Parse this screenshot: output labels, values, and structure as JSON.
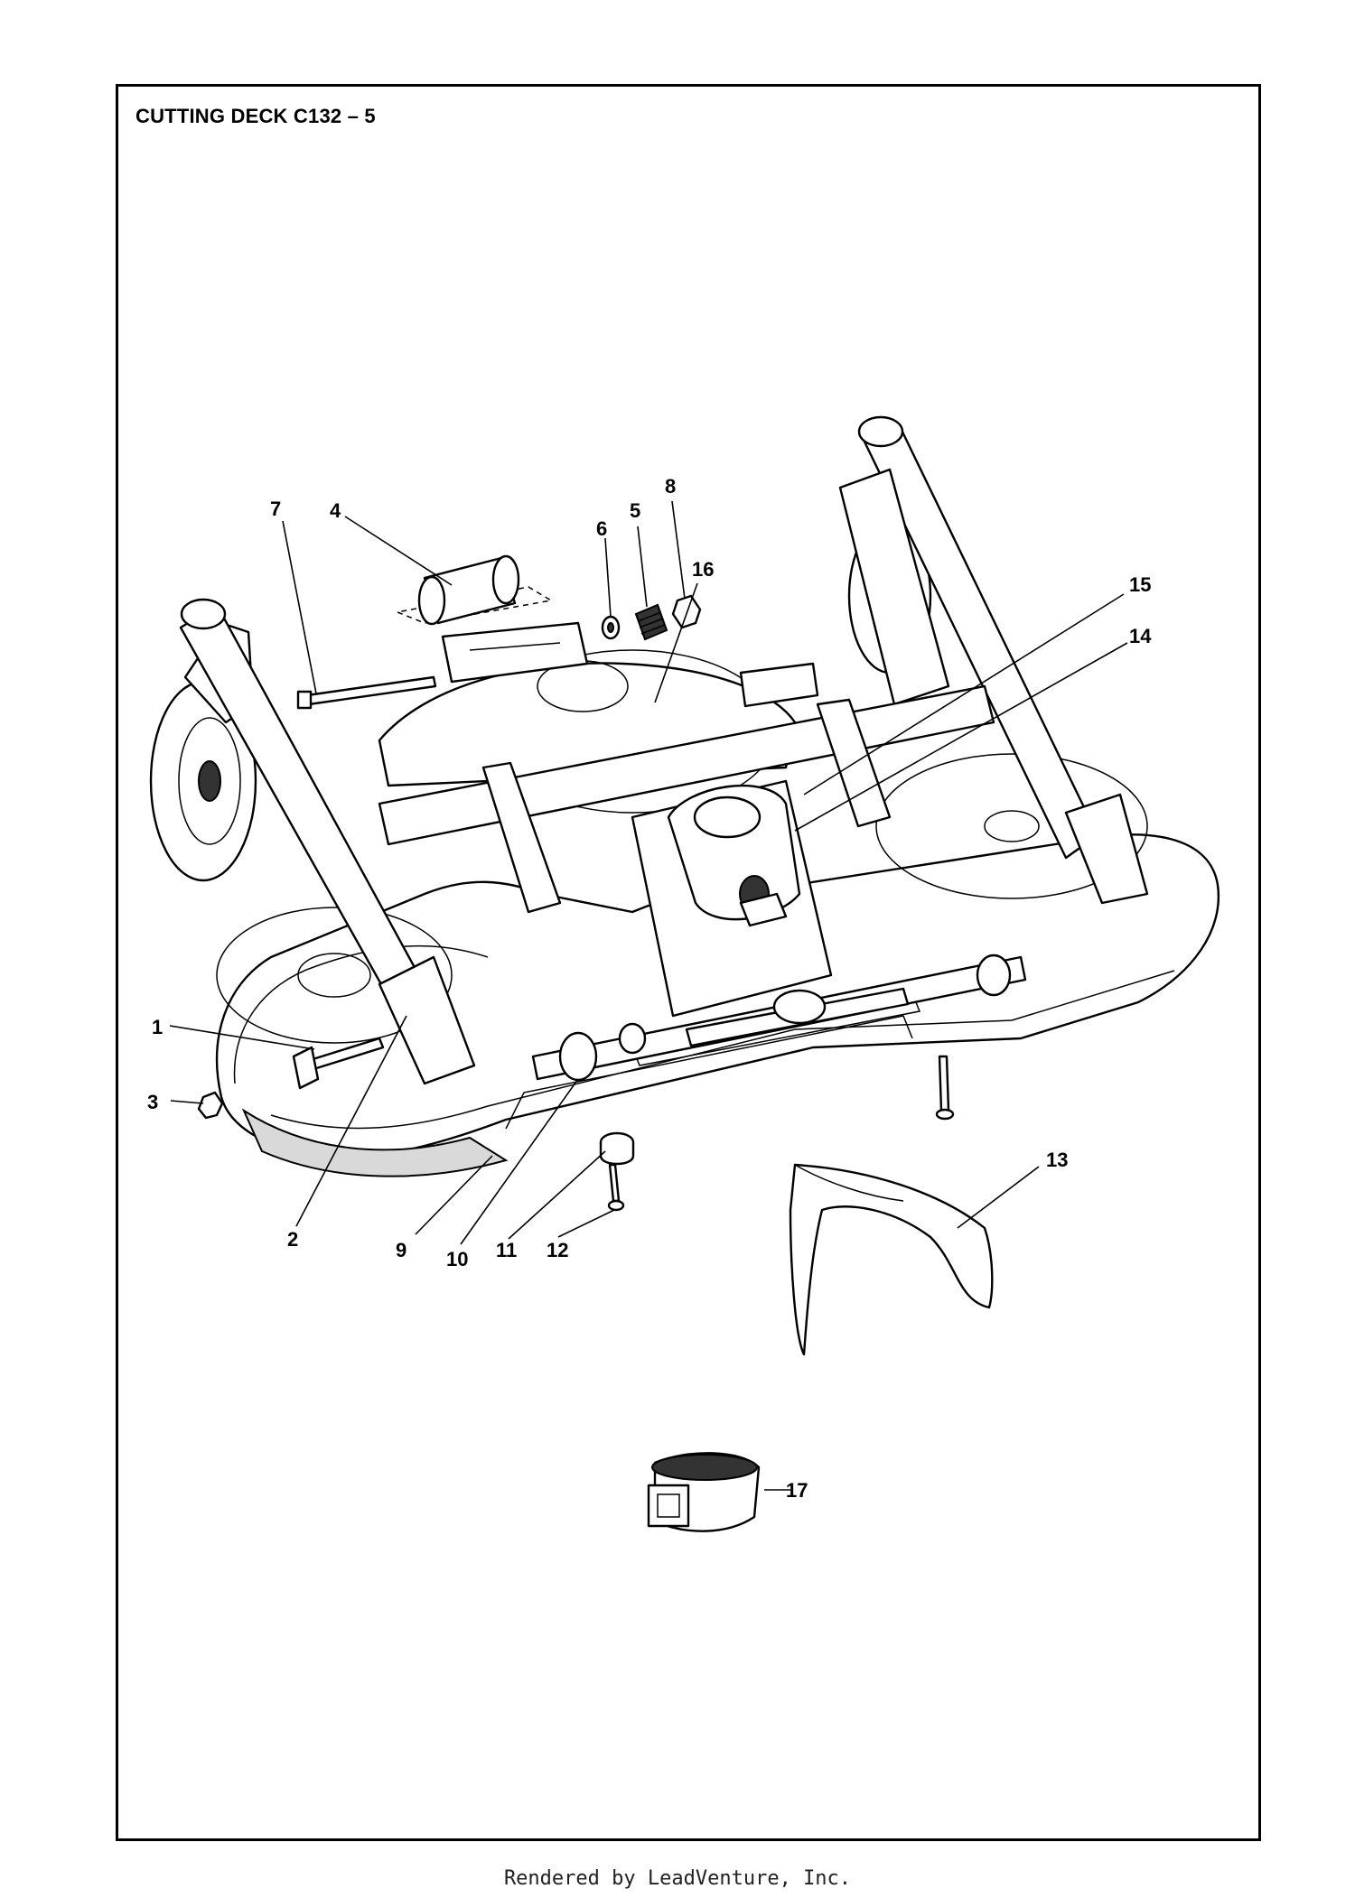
{
  "title": "CUTTING DECK C132 – 5",
  "footer": "Rendered by LeadVenture, Inc.",
  "callouts": [
    {
      "id": "1",
      "label": "1"
    },
    {
      "id": "2",
      "label": "2"
    },
    {
      "id": "3",
      "label": "3"
    },
    {
      "id": "4",
      "label": "4"
    },
    {
      "id": "5",
      "label": "5"
    },
    {
      "id": "6",
      "label": "6"
    },
    {
      "id": "7",
      "label": "7"
    },
    {
      "id": "8",
      "label": "8"
    },
    {
      "id": "9",
      "label": "9"
    },
    {
      "id": "10",
      "label": "10"
    },
    {
      "id": "11",
      "label": "11"
    },
    {
      "id": "12",
      "label": "12"
    },
    {
      "id": "13",
      "label": "13"
    },
    {
      "id": "14",
      "label": "14"
    },
    {
      "id": "15",
      "label": "15"
    },
    {
      "id": "16",
      "label": "16"
    },
    {
      "id": "17",
      "label": "17"
    }
  ]
}
